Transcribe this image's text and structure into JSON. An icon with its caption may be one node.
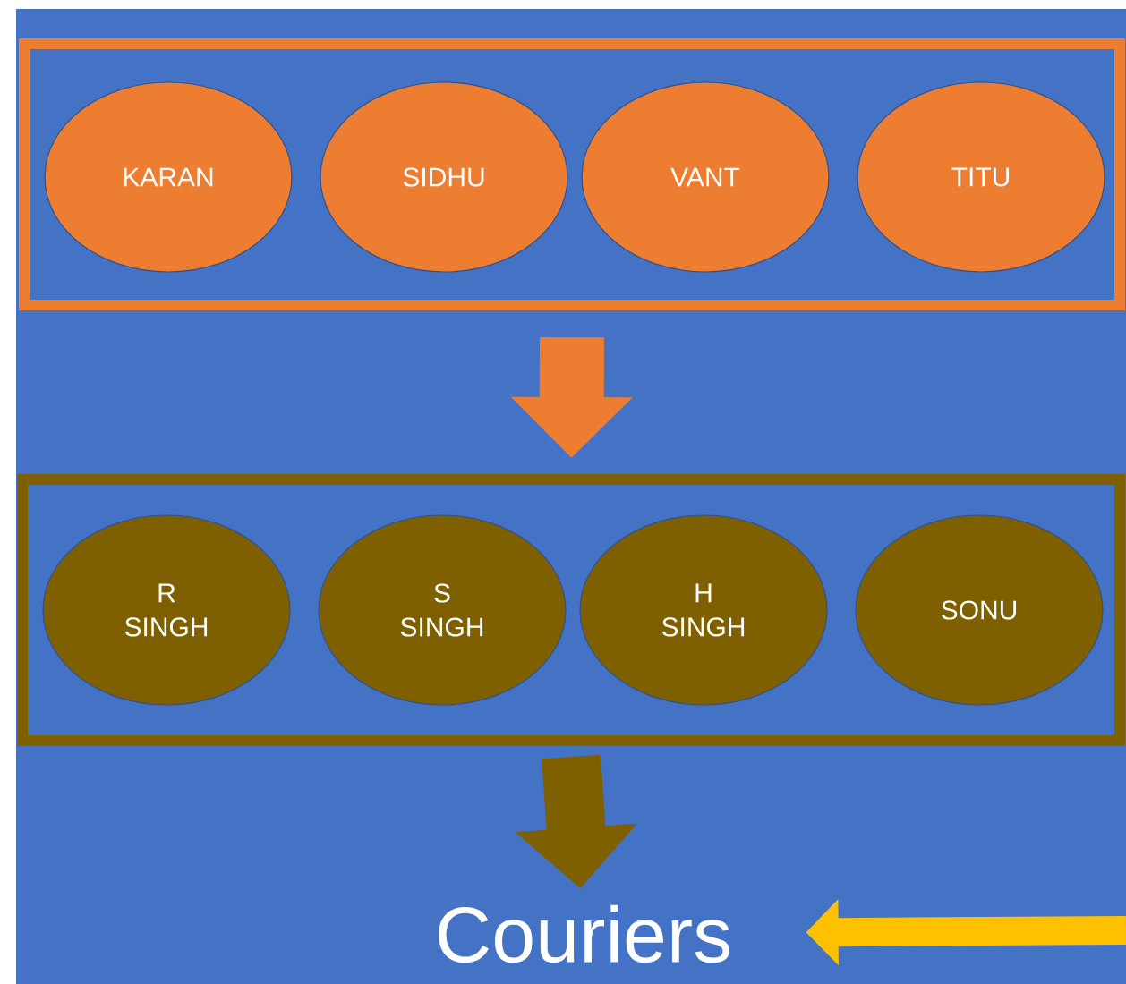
{
  "diagram": {
    "nodes": [
      {
        "text": [],
        "shape": "box"
      },
      {
        "text": [
          "KARAN"
        ],
        "in": 0
      },
      {
        "text": [
          "SIDHU"
        ],
        "in": 0
      },
      {
        "text": [
          "VANT"
        ],
        "in": 0
      },
      {
        "text": [
          "TITU"
        ],
        "in": 0
      },
      {
        "text": [],
        "shape": "box"
      },
      {
        "text": [
          "R SINGH"
        ],
        "in": 5
      },
      {
        "text": [
          "S SINGH"
        ],
        "in": 5
      },
      {
        "text": [
          "H SINGH"
        ],
        "in": 5
      },
      {
        "text": [
          "SONU"
        ],
        "in": 5
      },
      {
        "text": [
          "Couriers"
        ]
      }
    ],
    "edges": [
      {
        "from": 0,
        "to": 5,
        "arrow": "to",
        "color": "#ed7d31"
      },
      {
        "from": 5,
        "to": 10,
        "arrow": "to",
        "color": "#7f6000"
      },
      {
        "from": null,
        "to": 10,
        "arrow": "to",
        "color": "#ffc000"
      }
    ]
  }
}
